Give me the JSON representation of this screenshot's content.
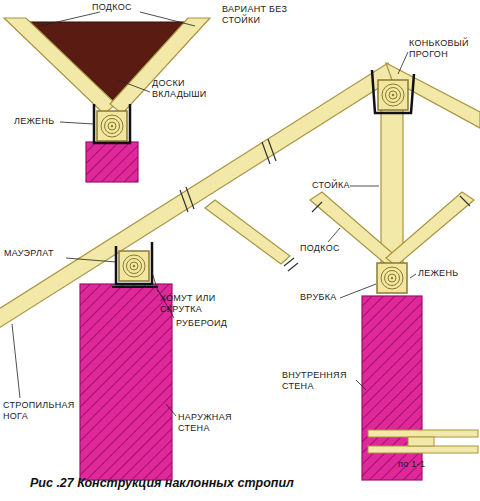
{
  "diagram": {
    "caption": "Рис .27 Конструкция наклонных стропил",
    "labels": [
      "ПОДКОС",
      "ВАРИАНТ БЕЗ СТОЙКИ",
      "ДОСКИ ВКЛАДЫШИ",
      "ЛЕЖЕНЬ",
      "КОНЬКОВЫЙ ПРОГОН",
      "СТОЙКА",
      "ПОДКОС",
      "МАУЭРЛАТ",
      "ХОМУТ ИЛИ СКРУТКА",
      "РУБЕРОИД",
      "ЛЕЖЕНЬ",
      "ВРУБКА",
      "ВНУТРЕННЯЯ СТЕНА",
      "СТРОПИЛЬНАЯ НОГА",
      "НАРУЖНАЯ СТЕНА",
      "по 1-1"
    ]
  }
}
